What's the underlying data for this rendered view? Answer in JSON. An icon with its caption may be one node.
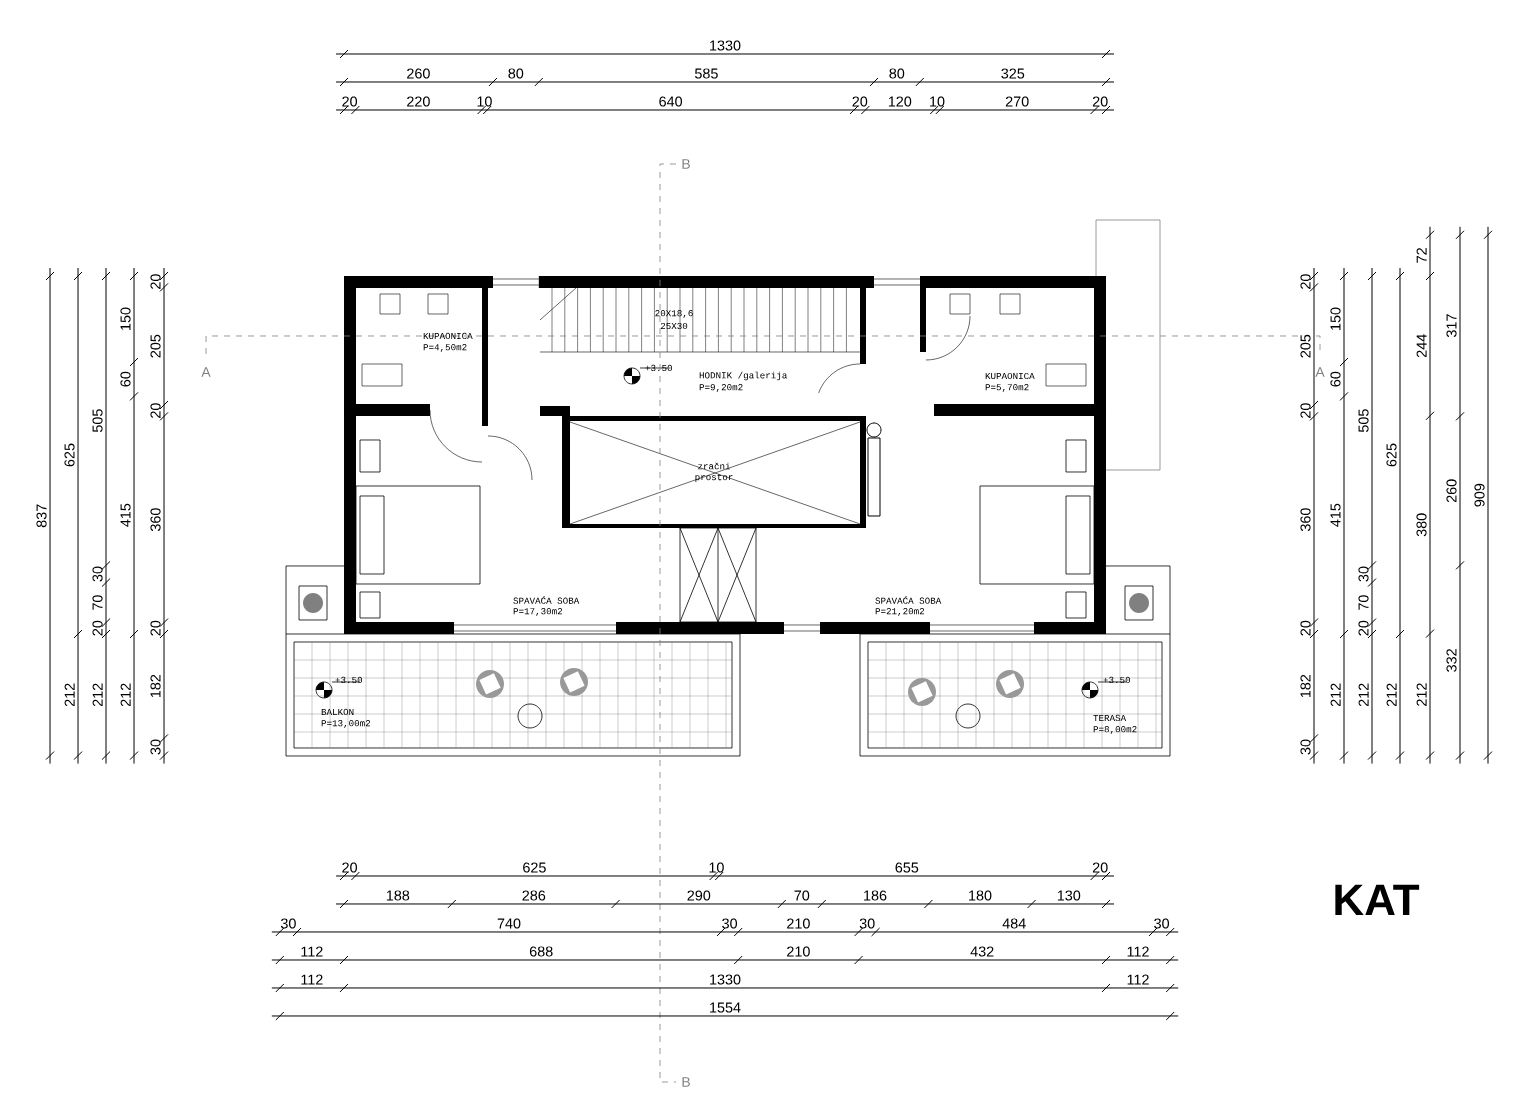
{
  "diagram": {
    "title": "KAT",
    "labels": [
      "1330",
      "260",
      "80",
      "585",
      "80",
      "325",
      "20",
      "220",
      "10",
      "640",
      "20",
      "120",
      "10",
      "270",
      "20",
      "B",
      "837",
      "625",
      "212",
      "505",
      "30",
      "70",
      "20",
      "212",
      "150",
      "60",
      "415",
      "212",
      "20",
      "205",
      "20",
      "360",
      "20",
      "182",
      "30",
      "A",
      "20X18,6",
      "25X30",
      "KUPAONICA",
      "P=4,50m2",
      "+3.50",
      "HODNIK /galerija",
      "P=9,20m2",
      "KUPAONICA",
      "P=5,70m2",
      "zračni",
      "prostor",
      "SPAVAĆA SOBA",
      "P=17,30m2",
      "SPAVAĆA SOBA",
      "P=21,20m2",
      "+3.50",
      "BALKON",
      "P=13,00m2",
      "+3.50",
      "TERASA",
      "P=8,00m2",
      "A",
      "20",
      "205",
      "20",
      "360",
      "20",
      "182",
      "30",
      "150",
      "60",
      "415",
      "212",
      "505",
      "30",
      "70",
      "20",
      "212",
      "625",
      "212",
      "72",
      "244",
      "380",
      "212",
      "317",
      "260",
      "332",
      "909",
      "20",
      "625",
      "10",
      "655",
      "20",
      "188",
      "286",
      "290",
      "70",
      "186",
      "180",
      "130",
      "30",
      "740",
      "30",
      "210",
      "30",
      "484",
      "30",
      "112",
      "688",
      "210",
      "432",
      "112",
      "112",
      "1330",
      "112",
      "1554",
      "B"
    ]
  }
}
